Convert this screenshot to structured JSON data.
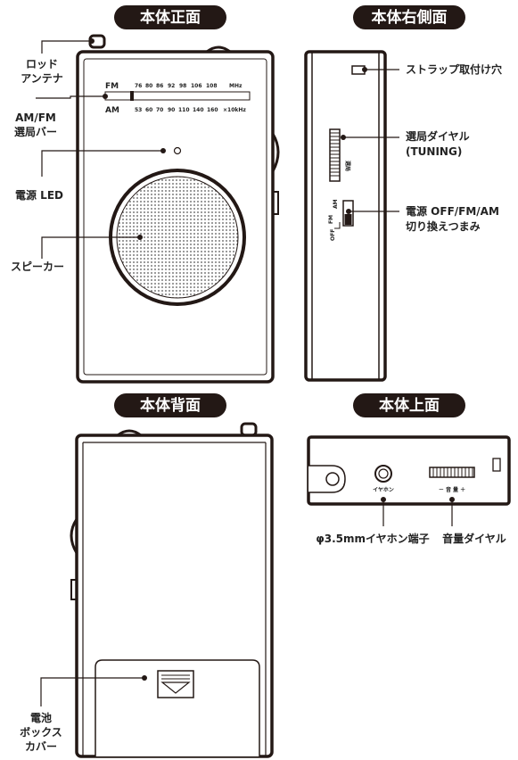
{
  "sections": {
    "front": "本体正面",
    "right": "本体右側面",
    "back": "本体背面",
    "top": "本体上面"
  },
  "front_labels": {
    "antenna": [
      "ロッド",
      "アンテナ"
    ],
    "tuning_bar": [
      "AM/FM",
      "選局バー"
    ],
    "power_led": "電源 LED",
    "speaker": "スピーカー"
  },
  "dial": {
    "fm_label": "FM",
    "am_label": "AM",
    "fm_ticks": [
      "76",
      "80",
      "86",
      "92",
      "98",
      "106",
      "108",
      "MHz"
    ],
    "am_ticks": [
      "53",
      "60",
      "70",
      "90",
      "110",
      "140",
      "160",
      "×10kHz"
    ]
  },
  "right_labels": {
    "strap_hole": "ストラップ取付け穴",
    "tuning_dial": [
      "選局ダイヤル",
      "(TUNING)"
    ],
    "power_switch": [
      "電源 OFF/FM/AM",
      "切り換えつまみ"
    ],
    "dial_marking": "選局",
    "switch_off": "OFF",
    "switch_fm": "FM",
    "switch_am": "AM"
  },
  "back_labels": {
    "battery_cover": [
      "電池",
      "ボックス",
      "カバー"
    ]
  },
  "top_labels": {
    "earphone_marking": "イヤホン",
    "volume_marking": "－ 音 量 ＋",
    "earphone_jack": "φ3.5mmイヤホン端子",
    "volume_dial": "音量ダイヤル"
  },
  "colors": {
    "title_bg": "#231815",
    "title_text": "#ffffff",
    "outline": "#231815"
  }
}
